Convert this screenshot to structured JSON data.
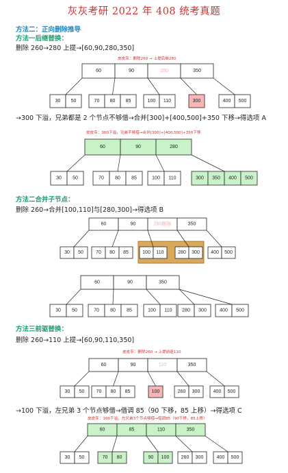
{
  "title": "灰灰考研 2022 年  408  统考真题",
  "sections": {
    "m2_heading": "方法二：正向删除推导",
    "m2a_heading": "方法一后继替换：",
    "m2a_step": "删除 260→280 上提→[60,90,280,350]",
    "note1": "皮皮灰：删除260 → 上提后继280",
    "overflow_text": "→300 下溢，兄弟都是 2 个节点不够借→合并[300]+[400,500]+350 下移→得选项 A",
    "note2": "皮皮灰：300下溢，兄弟不够借→合并[300]+[400,500]+350下移",
    "m2b_heading": "方法二合并子节点：",
    "m2b_step": "删除 260→合并[100,110]与[280,300]→得选项 B",
    "m3_heading": "方法三前驱替换：",
    "m3_step": "删除 260→110 上提→[60,90,110,350]",
    "note3": "皮皮灰：删除260 → 上提前驱110",
    "borrow_text": "→100 下溢，左兄弟 3 个节点够借→借调 85（90 下移，85 上移）→得选项 C",
    "note4": "皮皮灰：100下溢，左兄弟3个节点够借→借调85（90下移，85上移）"
  },
  "trees": [
    {
      "root": [
        {
          "v": "60"
        },
        {
          "v": "90"
        },
        {
          "v": "280",
          "faded": true
        },
        {
          "v": "350"
        }
      ],
      "leaves": [
        [
          {
            "v": "30"
          },
          {
            "v": "50"
          }
        ],
        [
          {
            "v": "70"
          },
          {
            "v": "80"
          },
          {
            "v": "85"
          }
        ],
        [
          {
            "v": "100"
          },
          {
            "v": "110"
          }
        ],
        [
          {
            "v": "300",
            "style": "red"
          }
        ],
        [
          {
            "v": "400"
          },
          {
            "v": "500"
          }
        ]
      ]
    },
    {
      "root": [
        {
          "v": "60",
          "style": "green"
        },
        {
          "v": "90",
          "style": "green"
        },
        {
          "v": "280",
          "style": "green"
        }
      ],
      "leaves": [
        [
          {
            "v": "30"
          },
          {
            "v": "50"
          }
        ],
        [
          {
            "v": "70"
          },
          {
            "v": "80"
          },
          {
            "v": "85"
          }
        ],
        [
          {
            "v": "100"
          },
          {
            "v": "110"
          }
        ],
        [
          {
            "v": "300",
            "style": "green"
          },
          {
            "v": "350",
            "style": "green"
          },
          {
            "v": "400",
            "style": "green"
          },
          {
            "v": "500",
            "style": "green"
          }
        ]
      ]
    },
    {
      "root": [
        {
          "v": "60"
        },
        {
          "v": "90"
        },
        {
          "v": "280删除",
          "faded": true
        },
        {
          "v": "350"
        }
      ],
      "leaves": [
        [
          {
            "v": "30"
          },
          {
            "v": "50"
          }
        ],
        [
          {
            "v": "70"
          },
          {
            "v": "80"
          },
          {
            "v": "85"
          }
        ],
        [
          {
            "v": "100"
          },
          {
            "v": "110"
          }
        ],
        [
          {
            "v": "280"
          },
          {
            "v": "300"
          }
        ],
        [
          {
            "v": "400"
          },
          {
            "v": "500"
          }
        ]
      ]
    },
    {
      "root": [
        {
          "v": "60"
        },
        {
          "v": "90"
        },
        {
          "v": "350"
        }
      ],
      "leaves": [
        [
          {
            "v": "30"
          },
          {
            "v": "50"
          }
        ],
        [
          {
            "v": "70"
          },
          {
            "v": "80"
          },
          {
            "v": "85"
          }
        ],
        [
          {
            "v": "100"
          },
          {
            "v": "110"
          }
        ],
        [
          {
            "v": "280"
          },
          {
            "v": "300"
          }
        ],
        [
          {
            "v": "400"
          },
          {
            "v": "500"
          }
        ]
      ]
    },
    {
      "root": [
        {
          "v": "60"
        },
        {
          "v": "90"
        },
        {
          "v": "110",
          "faded": true
        },
        {
          "v": "350"
        }
      ],
      "leaves": [
        [
          {
            "v": "30"
          },
          {
            "v": "50"
          }
        ],
        [
          {
            "v": "70"
          },
          {
            "v": "80"
          },
          {
            "v": "85"
          }
        ],
        [
          {
            "v": "100",
            "style": "red"
          }
        ],
        [
          {
            "v": "260"
          },
          {
            "v": "300"
          }
        ],
        [
          {
            "v": "400"
          },
          {
            "v": "500"
          }
        ]
      ]
    },
    {
      "root": [
        {
          "v": "60",
          "style": "green"
        },
        {
          "v": "85",
          "style": "green"
        },
        {
          "v": "110",
          "style": "green"
        },
        {
          "v": "350",
          "style": "green"
        }
      ],
      "leaves": [
        [
          {
            "v": "30"
          },
          {
            "v": "50"
          }
        ],
        [
          {
            "v": "70",
            "style": "green"
          },
          {
            "v": "80",
            "style": "green"
          }
        ],
        [
          {
            "v": "90",
            "style": "green"
          },
          {
            "v": "100",
            "style": "green"
          }
        ],
        [
          {
            "v": "260"
          },
          {
            "v": "300"
          }
        ],
        [
          {
            "v": "400"
          },
          {
            "v": "500"
          }
        ]
      ]
    }
  ]
}
